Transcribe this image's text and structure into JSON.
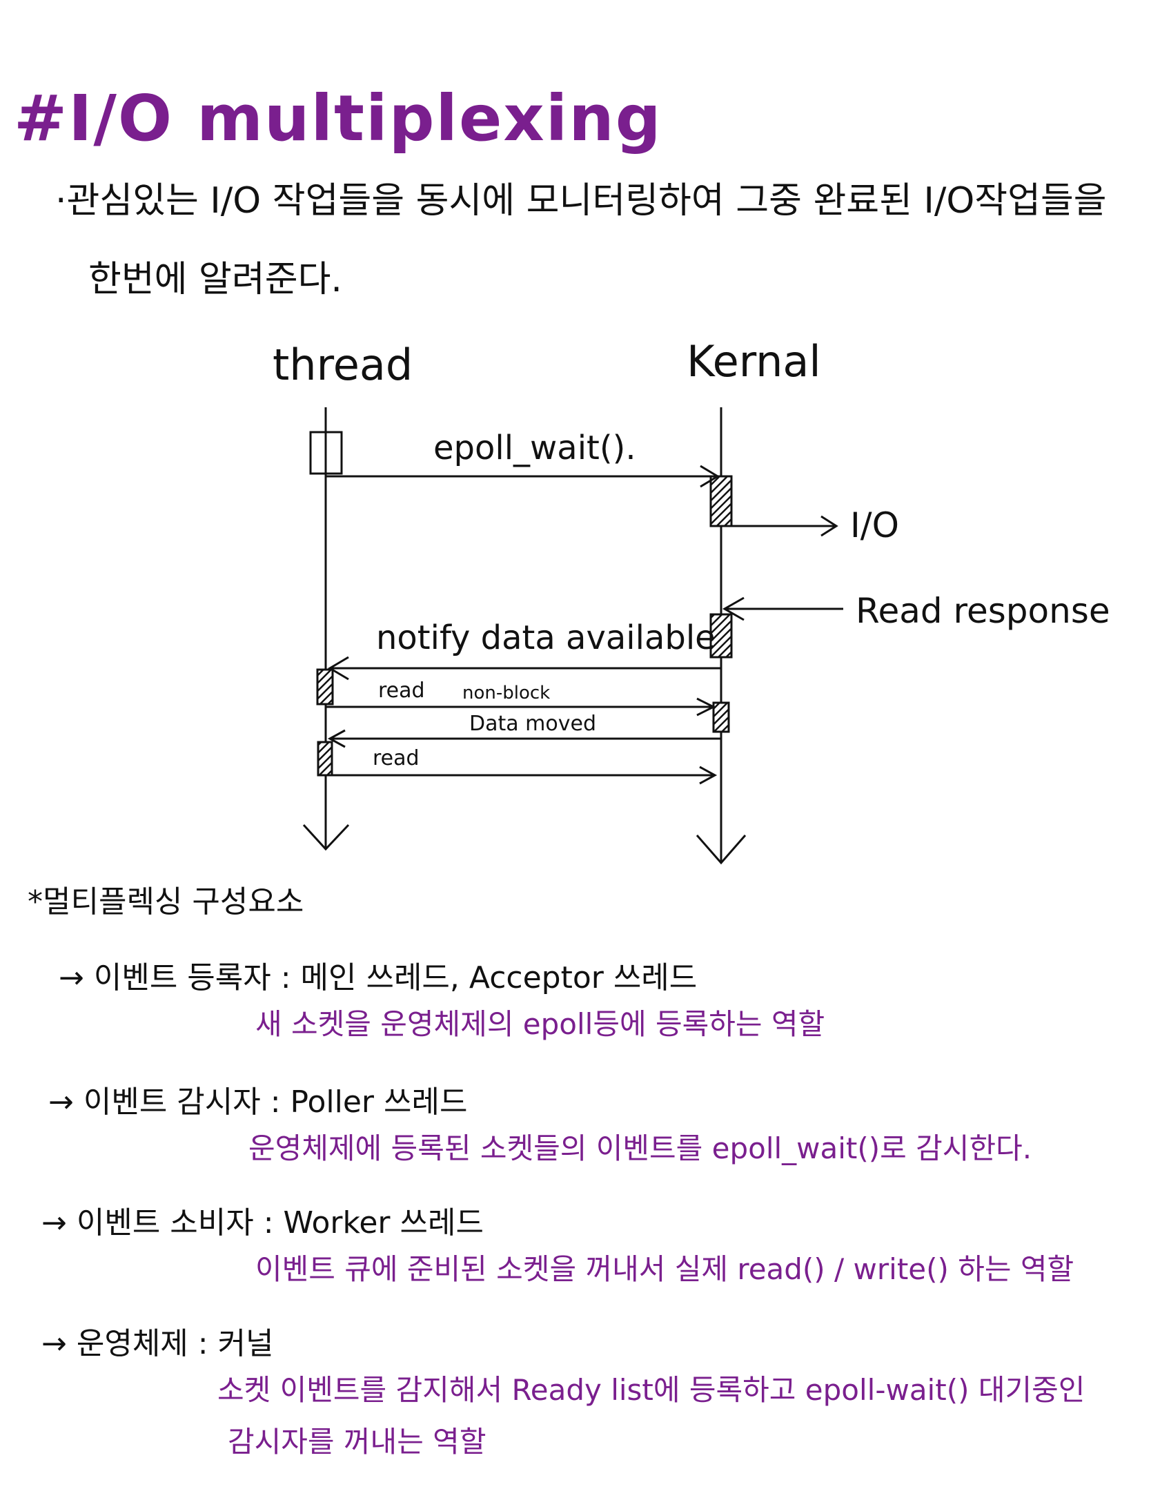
{
  "title": "#I/O multiplexing",
  "intro": {
    "line1": "·관심있는 I/O 작업들을 동시에 모니터링하여 그중 완료된 I/O작업들을",
    "line2": "한번에 알려준다."
  },
  "diagram": {
    "lifeline_left": "thread",
    "lifeline_right": "Kernal",
    "messages": {
      "epoll_wait": "epoll_wait().",
      "io": "I/O",
      "read_response": "Read response",
      "notify": "notify data available",
      "read": "read",
      "non_block": "non-block",
      "data_moved": "Data moved",
      "read2": "read"
    }
  },
  "components": {
    "heading": "*멀티플렉싱 구성요소",
    "items": [
      {
        "role": "→ 이벤트 등록자 : 메인 쓰레드, Acceptor 쓰레드",
        "desc": "새 소켓을 운영체제의 epoll등에 등록하는 역할"
      },
      {
        "role": "→ 이벤트 감시자 : Poller 쓰레드",
        "desc": "운영체제에 등록된 소켓들의 이벤트를 epoll_wait()로 감시한다."
      },
      {
        "role": "→ 이벤트 소비자 : Worker 쓰레드",
        "desc": "이벤트 큐에 준비된 소켓을 꺼내서 실제 read() / write() 하는 역할"
      },
      {
        "role": "→ 운영체제 : 커널",
        "desc": "소켓 이벤트를 감지해서 Ready list에 등록하고 epoll-wait() 대기중인",
        "desc2": "감시자를 꺼내는 역할"
      }
    ]
  },
  "colors": {
    "accent": "#7a1f8e",
    "ink": "#111111"
  }
}
